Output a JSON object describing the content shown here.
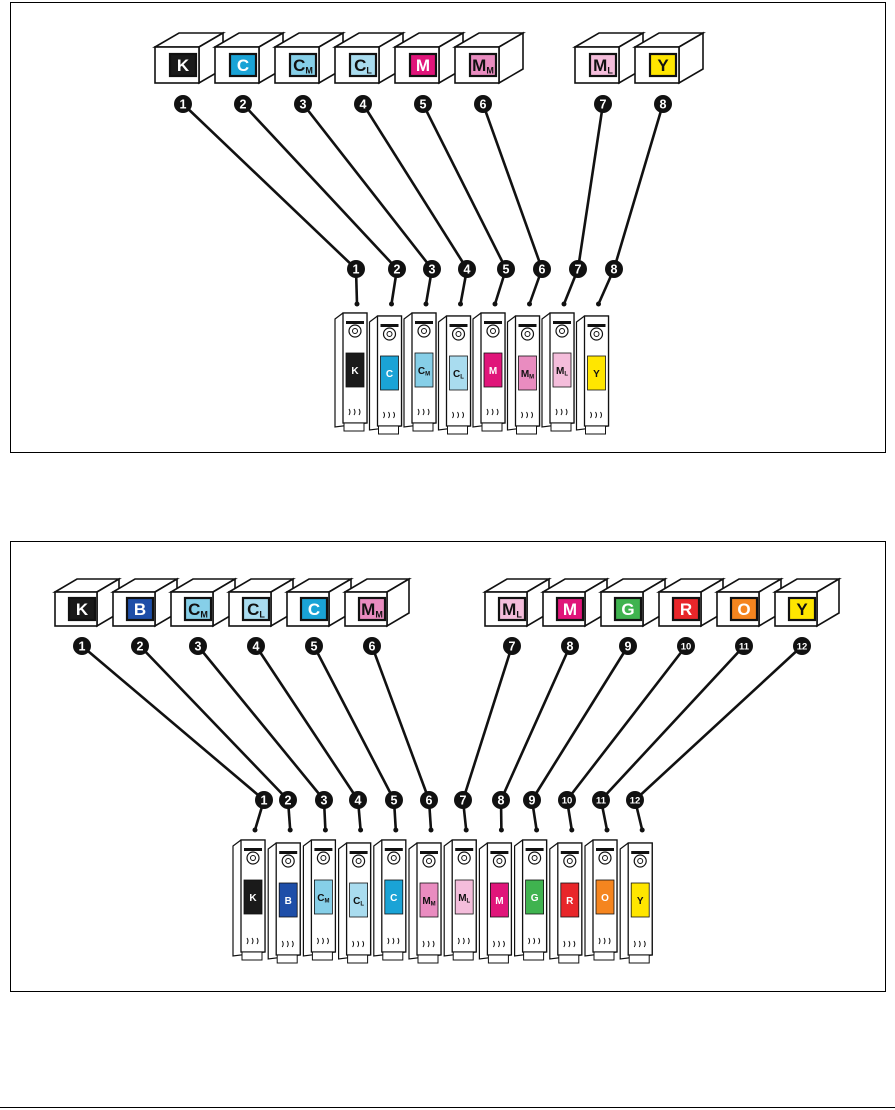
{
  "panels": [
    {
      "name": "eight-color-diagram",
      "inks": [
        {
          "main": "K",
          "sub": "",
          "color": "#1a1a1a",
          "text_color": "#ffffff",
          "number": "1"
        },
        {
          "main": "C",
          "sub": "",
          "color": "#1aa3d6",
          "text_color": "#ffffff",
          "number": "2"
        },
        {
          "main": "C",
          "sub": "M",
          "color": "#86cfe8",
          "text_color": "#111111",
          "number": "3"
        },
        {
          "main": "C",
          "sub": "L",
          "color": "#a9dcef",
          "text_color": "#111111",
          "number": "4"
        },
        {
          "main": "M",
          "sub": "",
          "color": "#e0157a",
          "text_color": "#ffffff",
          "number": "5"
        },
        {
          "main": "M",
          "sub": "M",
          "color": "#e98cc0",
          "text_color": "#111111",
          "number": "6"
        },
        {
          "main": "M",
          "sub": "L",
          "color": "#f4bddb",
          "text_color": "#111111",
          "number": "7"
        },
        {
          "main": "Y",
          "sub": "",
          "color": "#ffe600",
          "text_color": "#111111",
          "number": "8"
        }
      ]
    },
    {
      "name": "twelve-color-diagram",
      "inks": [
        {
          "main": "K",
          "sub": "",
          "color": "#1a1a1a",
          "text_color": "#ffffff",
          "number": "1"
        },
        {
          "main": "B",
          "sub": "",
          "color": "#1e4ea8",
          "text_color": "#ffffff",
          "number": "2"
        },
        {
          "main": "C",
          "sub": "M",
          "color": "#86cfe8",
          "text_color": "#111111",
          "number": "3"
        },
        {
          "main": "C",
          "sub": "L",
          "color": "#a9dcef",
          "text_color": "#111111",
          "number": "4"
        },
        {
          "main": "C",
          "sub": "",
          "color": "#1aa3d6",
          "text_color": "#ffffff",
          "number": "5"
        },
        {
          "main": "M",
          "sub": "M",
          "color": "#e98cc0",
          "text_color": "#111111",
          "number": "6"
        },
        {
          "main": "M",
          "sub": "L",
          "color": "#f4bddb",
          "text_color": "#111111",
          "number": "7"
        },
        {
          "main": "M",
          "sub": "",
          "color": "#e0157a",
          "text_color": "#ffffff",
          "number": "8"
        },
        {
          "main": "G",
          "sub": "",
          "color": "#3fb34f",
          "text_color": "#ffffff",
          "number": "9"
        },
        {
          "main": "R",
          "sub": "",
          "color": "#e8262a",
          "text_color": "#ffffff",
          "number": "10"
        },
        {
          "main": "O",
          "sub": "",
          "color": "#f5851f",
          "text_color": "#ffffff",
          "number": "11"
        },
        {
          "main": "Y",
          "sub": "",
          "color": "#ffe600",
          "text_color": "#111111",
          "number": "12"
        }
      ]
    }
  ]
}
